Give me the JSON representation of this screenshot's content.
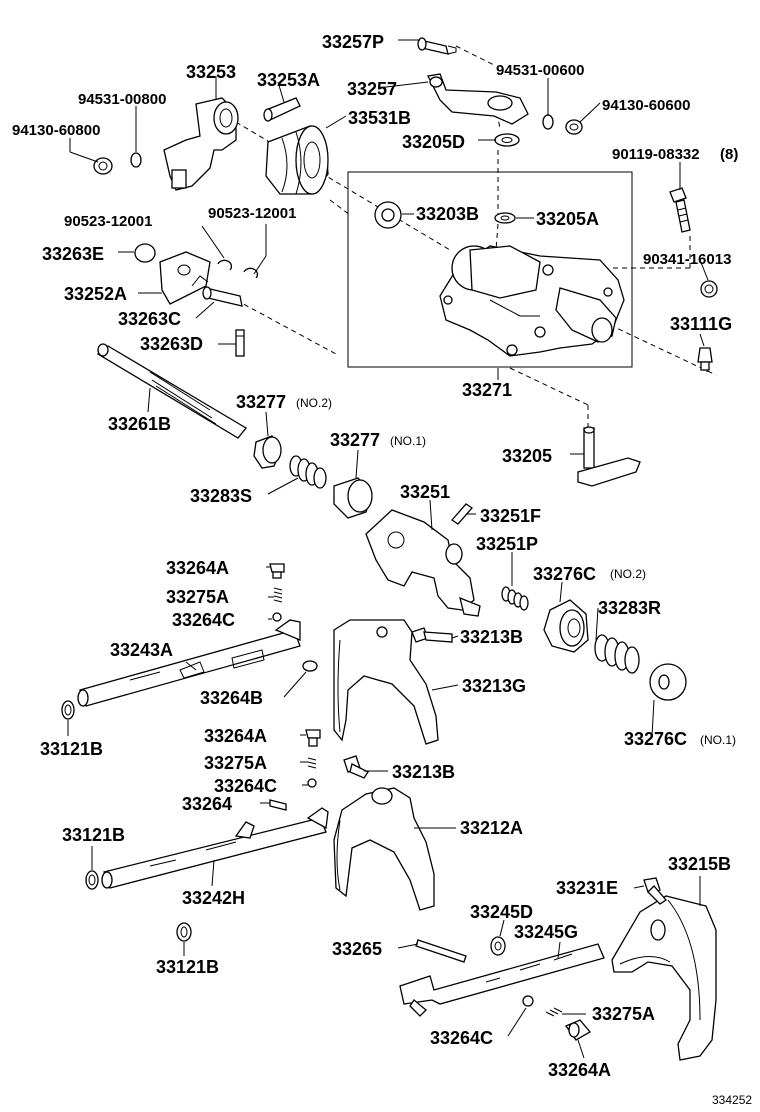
{
  "labels": {
    "p33257P": "33257P",
    "p33253": "33253",
    "p33253A": "33253A",
    "p94531_00800": "94531-00800",
    "p33257": "33257",
    "p94531_00600": "94531-00600",
    "p94130_60800": "94130-60800",
    "p33531B": "33531B",
    "p94130_60600": "94130-60600",
    "p33205D": "33205D",
    "p90119_08332": "90119-08332",
    "p90119_qty": "(8)",
    "p90523_12001_a": "90523-12001",
    "p90523_12001_b": "90523-12001",
    "p33203B": "33203B",
    "p33205A": "33205A",
    "p33263E": "33263E",
    "p90341_16013": "90341-16013",
    "p33252A": "33252A",
    "p33263C": "33263C",
    "p33111G": "33111G",
    "p33263D": "33263D",
    "p33271": "33271",
    "p33261B": "33261B",
    "p33277_2": "33277",
    "p33277_2_sub": "(NO.2)",
    "p33277_1": "33277",
    "p33277_1_sub": "(NO.1)",
    "p33205": "33205",
    "p33283S": "33283S",
    "p33251": "33251",
    "p33251F": "33251F",
    "p33251P": "33251P",
    "p33264A_1": "33264A",
    "p33276C_2": "33276C",
    "p33276C_2_sub": "(NO.2)",
    "p33275A_1": "33275A",
    "p33283R": "33283R",
    "p33264C_1": "33264C",
    "p33213B_1": "33213B",
    "p33243A": "33243A",
    "p33213G": "33213G",
    "p33264B": "33264B",
    "p33121B_1": "33121B",
    "p33276C_1": "33276C",
    "p33276C_1_sub": "(NO.1)",
    "p33264A_2": "33264A",
    "p33275A_2": "33275A",
    "p33213B_2": "33213B",
    "p33264C_2": "33264C",
    "p33264": "33264",
    "p33212A": "33212A",
    "p33121B_2": "33121B",
    "p33215B": "33215B",
    "p33231E": "33231E",
    "p33242H": "33242H",
    "p33245D": "33245D",
    "p33245G": "33245G",
    "p33265": "33265",
    "p33121B_3": "33121B",
    "p33275A_3": "33275A",
    "p33264C_3": "33264C",
    "p33264A_3": "33264A"
  },
  "figure_id": "334252"
}
